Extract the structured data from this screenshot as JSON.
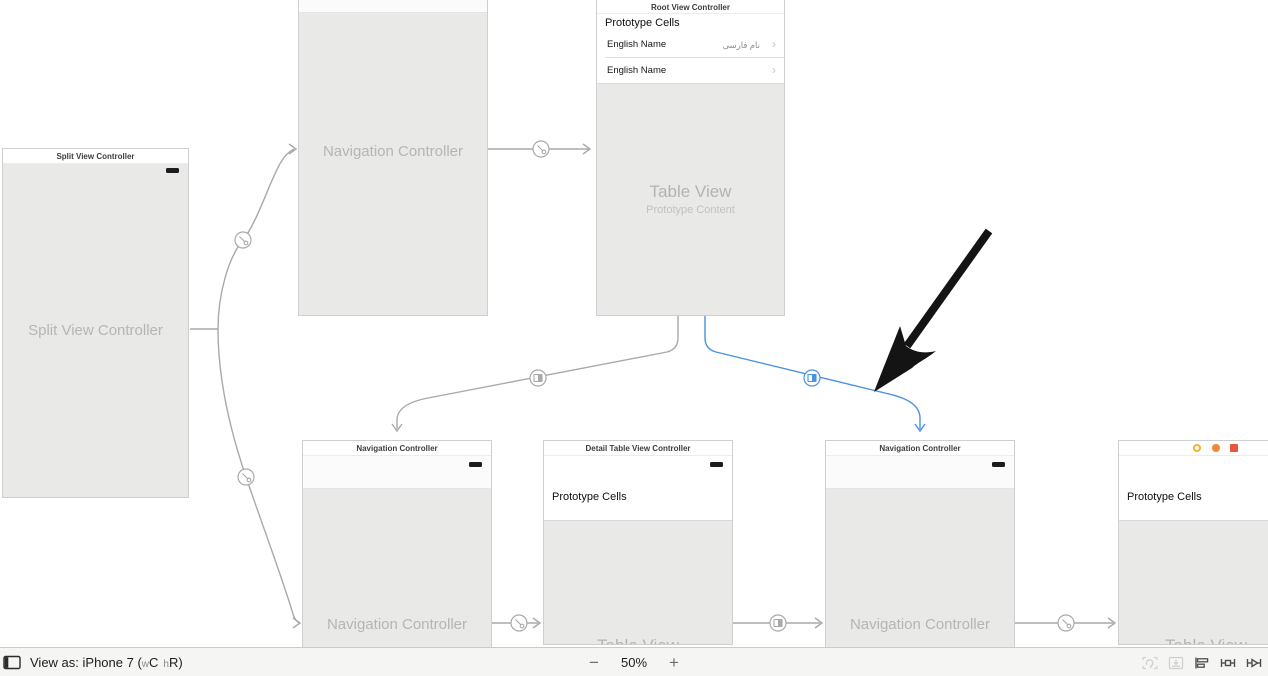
{
  "colors": {
    "segue_blue": "#4a91e2",
    "wire_grey": "#a9a9a9",
    "scene_grey": "#e9e9e8",
    "annotation_black": "#141414"
  },
  "scenes": {
    "split_view": {
      "title": "Split View Controller",
      "label": "Split View Controller"
    },
    "top_nav": {
      "label": "Navigation Controller"
    },
    "root": {
      "title": "Root View Controller",
      "section": "Prototype Cells",
      "rows": [
        {
          "label": "English Name",
          "detail": "نام فارسی",
          "chevron": "›"
        },
        {
          "label": "English Name",
          "detail": "",
          "chevron": "›"
        }
      ],
      "table_label": "Table View",
      "table_sublabel": "Prototype Content"
    },
    "bottom_nav_left": {
      "title": "Navigation Controller",
      "label": "Navigation Controller"
    },
    "detail_table": {
      "title": "Detail Table View Controller",
      "section": "Prototype Cells",
      "table_label": "Table View"
    },
    "bottom_nav_right": {
      "title": "Navigation Controller",
      "label": "Navigation Controller"
    },
    "partial_right": {
      "section": "Prototype Cells",
      "table_label": "Table View"
    }
  },
  "bottom_bar": {
    "view_as": {
      "prefix": "View as: iPhone 7 (",
      "w": "w",
      "c": "C",
      "h": "h",
      "r": "R",
      "suffix": ")"
    },
    "zoom": {
      "minus": "−",
      "value": "50%",
      "plus": "+"
    }
  }
}
